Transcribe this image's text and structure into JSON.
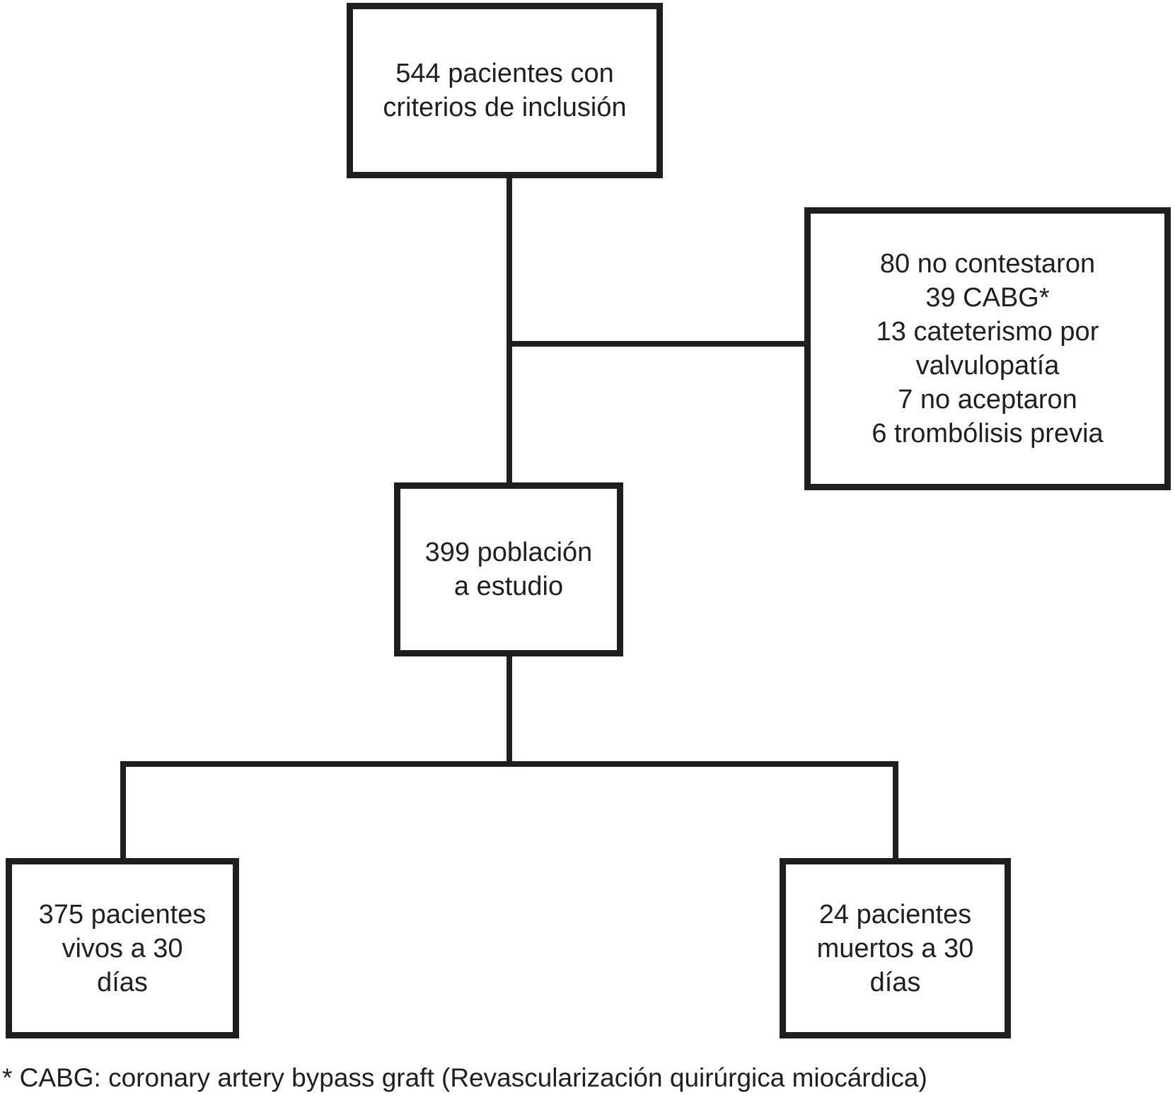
{
  "figure": {
    "background_color": "#ffffff",
    "line_color": "#221e1f",
    "text_color": "#221e1f",
    "nodes": {
      "inclusion": {
        "lines": [
          "544 pacientes con",
          "criterios de inclusión"
        ]
      },
      "excluded": {
        "lines": [
          "80 no contestaron",
          "39 CABG*",
          "13 cateterismo por",
          "valvulopatía",
          "7 no aceptaron",
          "6 trombólisis previa"
        ]
      },
      "population": {
        "lines": [
          "399 población",
          "a estudio"
        ]
      },
      "alive30d": {
        "lines": [
          "375 pacientes",
          "vivos a 30",
          "días"
        ]
      },
      "dead30d": {
        "lines": [
          "24 pacientes",
          "muertos a 30",
          "días"
        ]
      }
    },
    "footnote": "* CABG: coronary artery bypass graft (Revascularización quirúrgica miocárdica)"
  }
}
